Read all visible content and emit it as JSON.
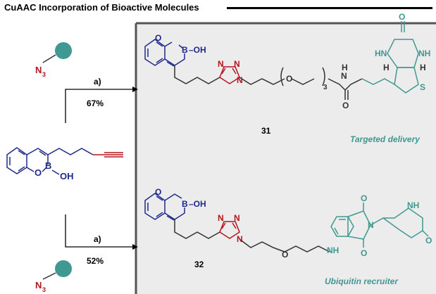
{
  "title": "CuAAC Incorporation of Bioactive Molecules",
  "colors": {
    "blue": "#1f2a8a",
    "red": "#b3151b",
    "teal": "#3f9891",
    "panel": "#ececec",
    "panel_border": "#555555"
  },
  "reagent_top": {
    "azide": "N",
    "azide_sub": "3"
  },
  "reagent_bottom": {
    "azide": "N",
    "azide_sub": "3"
  },
  "reaction_top": {
    "condition": "a)",
    "yield": "67%"
  },
  "reaction_bottom": {
    "condition": "a)",
    "yield": "52%"
  },
  "start_material": {
    "O": "O",
    "B": "B",
    "OH": "OH"
  },
  "product_31": {
    "label": "31",
    "boron": "B",
    "boron_oh": "–OH",
    "ring_o": "O",
    "triazole_n": "N",
    "repeat_o": "O",
    "repeat_sub": "3",
    "amide_nh": "N",
    "amide_h": "H",
    "amide_o": "O",
    "biotin_o": "O",
    "biotin_hn": "HN",
    "biotin_nh": "NH",
    "biotin_h1": "H",
    "biotin_h2": "H",
    "biotin_s": "S",
    "caption": "Targeted delivery"
  },
  "product_32": {
    "label": "32",
    "boron": "B",
    "boron_oh": "–OH",
    "ring_o": "O",
    "triazole_n": "N",
    "linker_o": "O",
    "nh": "NH",
    "o1": "O",
    "o2": "O",
    "o3": "O",
    "n_imide": "N",
    "nh_glut": "NH",
    "caption": "Ubiquitin recruiter"
  }
}
